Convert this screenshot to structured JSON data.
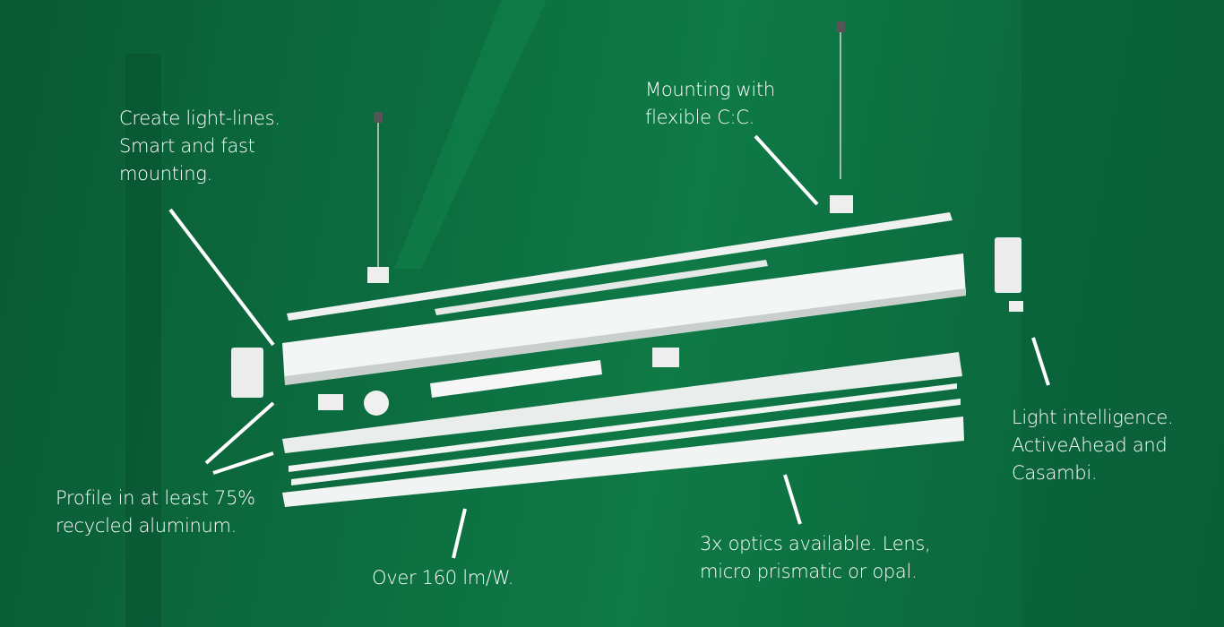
{
  "annotations": {
    "light_lines": [
      "Create light-lines.",
      "Smart and fast",
      "mounting."
    ],
    "mounting": [
      "Mounting with",
      "flexible C:C."
    ],
    "intelligence": [
      "Light intelligence.",
      "ActiveAhead and",
      "Casambi."
    ],
    "profile": [
      "Profile in at least 75%",
      "recycled aluminum."
    ],
    "efficacy": [
      "Over 160 lm/W."
    ],
    "optics": [
      "3x optics available. Lens,",
      "micro prismatic or opal."
    ]
  },
  "colors": {
    "background": "#0c6e40",
    "text": "#ffffff",
    "product": "#f2f4f3"
  }
}
